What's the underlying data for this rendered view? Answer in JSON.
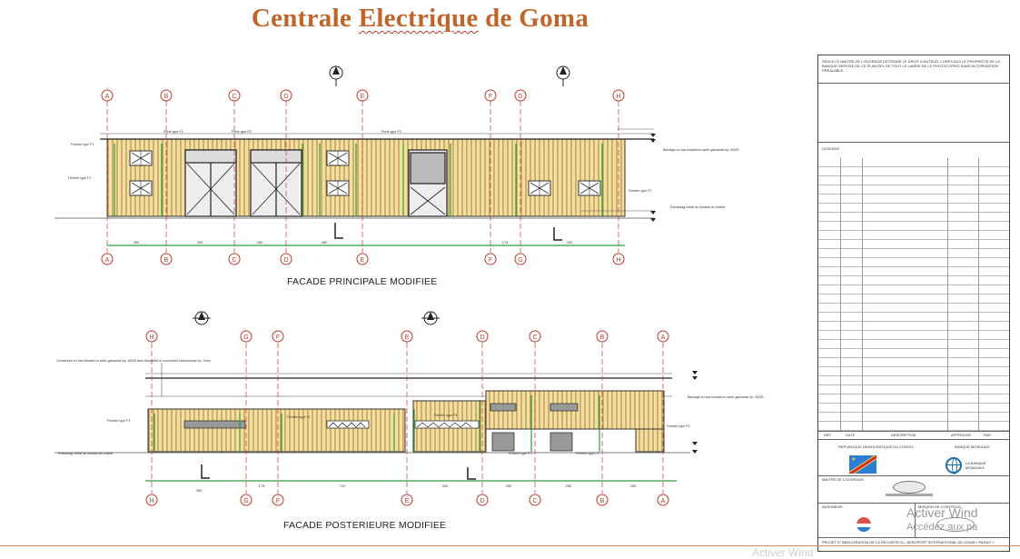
{
  "title_part1": "Centrale ",
  "title_part2": "Electrique",
  "title_part3": " de Goma",
  "facade_principale": {
    "caption": "FACADE PRINCIPALE MODIFIEE",
    "grid_top": [
      "A",
      "B",
      "C",
      "D",
      "E",
      "F",
      "G",
      "H"
    ],
    "grid_bottom": [
      "A",
      "B",
      "C",
      "D",
      "E",
      "F",
      "G",
      "H"
    ],
    "dims": [
      "350",
      "295",
      "280",
      "480",
      "175",
      "200"
    ],
    "notes": [
      "Fenêtre type F1",
      "Fenêtre type F2",
      "Porte type P1",
      "Porte type P2",
      "Porte type P3",
      "Bardage en bac trivalail en acier galvanisé ép. 60/25",
      "Fenêtre type F2",
      "Poteaulag métal au soubas de chanté"
    ]
  },
  "facade_posterieure": {
    "caption": "FACADE POSTERIEURE MODIFIEE",
    "grid_top": [
      "H",
      "G",
      "F",
      "E",
      "D",
      "C",
      "B",
      "A"
    ],
    "grid_bottom": [
      "H",
      "G",
      "F",
      "E",
      "D",
      "C",
      "B",
      "A"
    ],
    "dims": [
      "300",
      "175",
      "720",
      "400",
      "250",
      "250",
      "250"
    ],
    "notes": [
      "Couverture en bac trivalail en acier galvanisé ép. 60/25 avec Baudelitè et couverture bitumineuse ép. 3mm",
      "Fenêtre type F3",
      "Fenêtre type F3",
      "Fenêtre type F4",
      "Bardage en bac trivalail en acier galvanisé ép. 60/25",
      "Fenêtre type F3",
      "Poteaulag métal au soubas de chanté",
      "Fenêtre type P2",
      "Fenêtre type F3"
    ]
  },
  "title_block": {
    "header_text": "SEULE LE MAITRE DE L'OUVRAGE DETIENDE LE DROIT D'AUTEUR, LORES AUX LE PROPRIETE DE LA BANQUE SERVISE DE CE PLAN REL DE TOUT LE LAISSE DE LE PHOTOCOPIES SANS AUTORISATION PRÉALABLE.",
    "legend_label": "LEGENDE",
    "rev_headers": [
      "REF",
      "DATE",
      "DESCRIPTION",
      "APPROUVE",
      "PAR"
    ],
    "rdc": "REPUBLIQUE DEMOCRATIQUE DU CONGO",
    "banque": "BANQUE MONDIALE",
    "banque_logo_text": "LA BANQUE MONDIALE",
    "maitre": "MAITRE DE L'OUVRAGE:",
    "ingenieur": "INGENIEUR:",
    "mission": "MISSION DE CONTROLE:",
    "projet": "PROJET D' AMELIORATION DE LA SECURITE A L' AEROPORT INTERNATIONAL DE GOMA « PASAG »"
  },
  "watermark_line1": "Activer Wind",
  "watermark_line2": "Accédez aux pa",
  "bottom_faint": "Activer Wind",
  "colors": {
    "title": "#c0642a",
    "bardage": "#f3d88f",
    "pillar": "#c0392b",
    "green": "#2e9e3a"
  }
}
